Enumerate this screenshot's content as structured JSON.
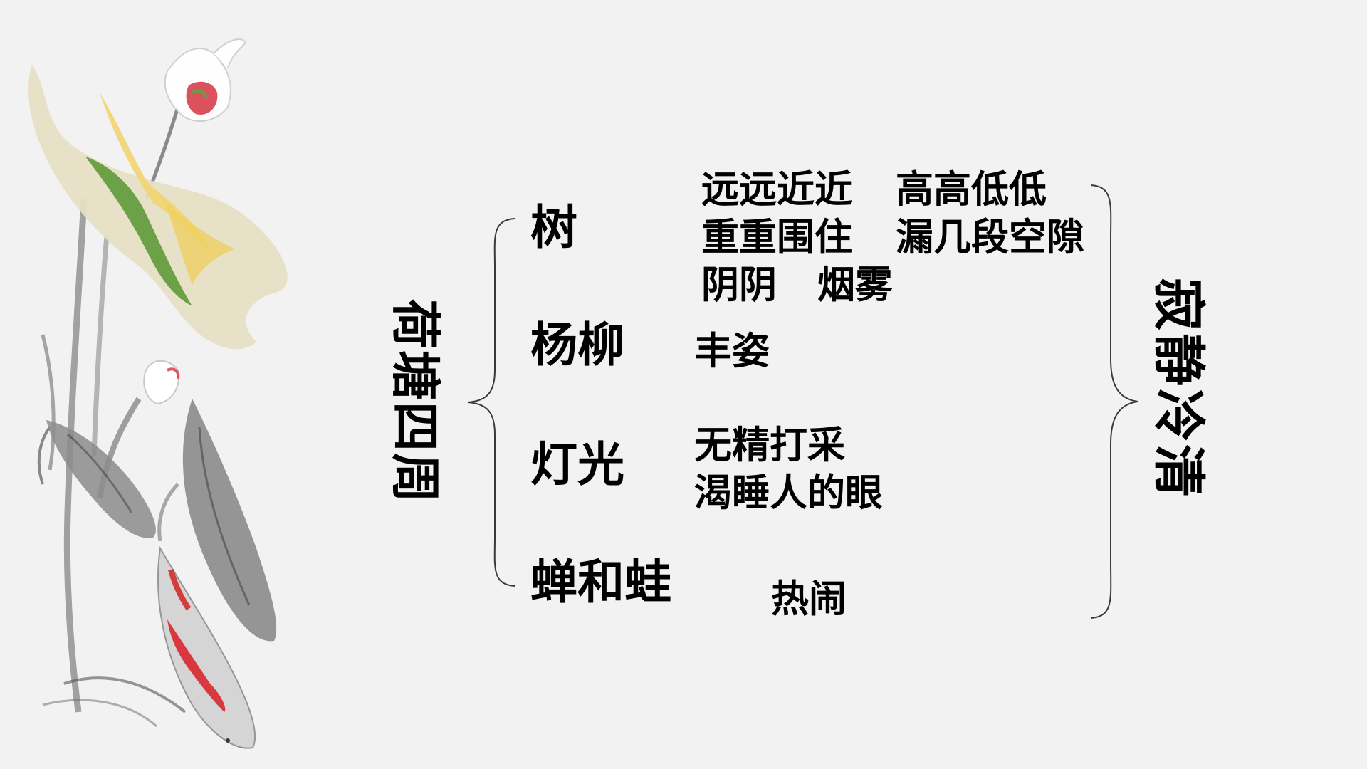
{
  "topic": "荷塘四周",
  "items": [
    {
      "label": "树",
      "descriptions": [
        "远远近近",
        "高高低低",
        "重重围住",
        "漏几段空隙",
        "阴阴",
        "烟雾"
      ]
    },
    {
      "label": "杨柳",
      "descriptions": [
        "丰姿"
      ]
    },
    {
      "label": "灯光",
      "descriptions": [
        "无精打采",
        "渴睡人的眼"
      ]
    },
    {
      "label": "蝉和蛙",
      "descriptions": [
        "热闹"
      ]
    }
  ],
  "conclusion": "寂静冷清",
  "colors": {
    "background": "#f2f2f2",
    "text": "#000000",
    "brace": "#3a3a3a"
  },
  "decoration": {
    "icon": "lotus-koi-ink-painting-icon"
  }
}
